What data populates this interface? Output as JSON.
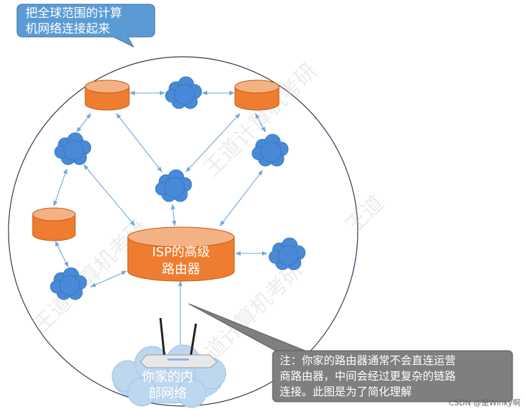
{
  "callout_top": {
    "line1": "把全球范围的计算",
    "line2": "机网络连接起来"
  },
  "isp_router": {
    "line1": "ISP的高级",
    "line2": "路由器"
  },
  "home_network": {
    "line1": "你家的内",
    "line2": "部网络"
  },
  "note": {
    "line1": "注：你家的路由器通常不会直连运营",
    "line2": "商路由器，中间会经过更复杂的链路",
    "line3": "连接。此图是为了简化理解"
  },
  "credit": "CSDN @是Winky啊",
  "colors": {
    "router_fill": "#ee7d31",
    "router_top": "#f4b183",
    "cloud_fill": "#4a89d8",
    "callout_fill": "#5b9bd5",
    "note_fill": "#7f7f7f",
    "link": "#6fa8dc"
  }
}
